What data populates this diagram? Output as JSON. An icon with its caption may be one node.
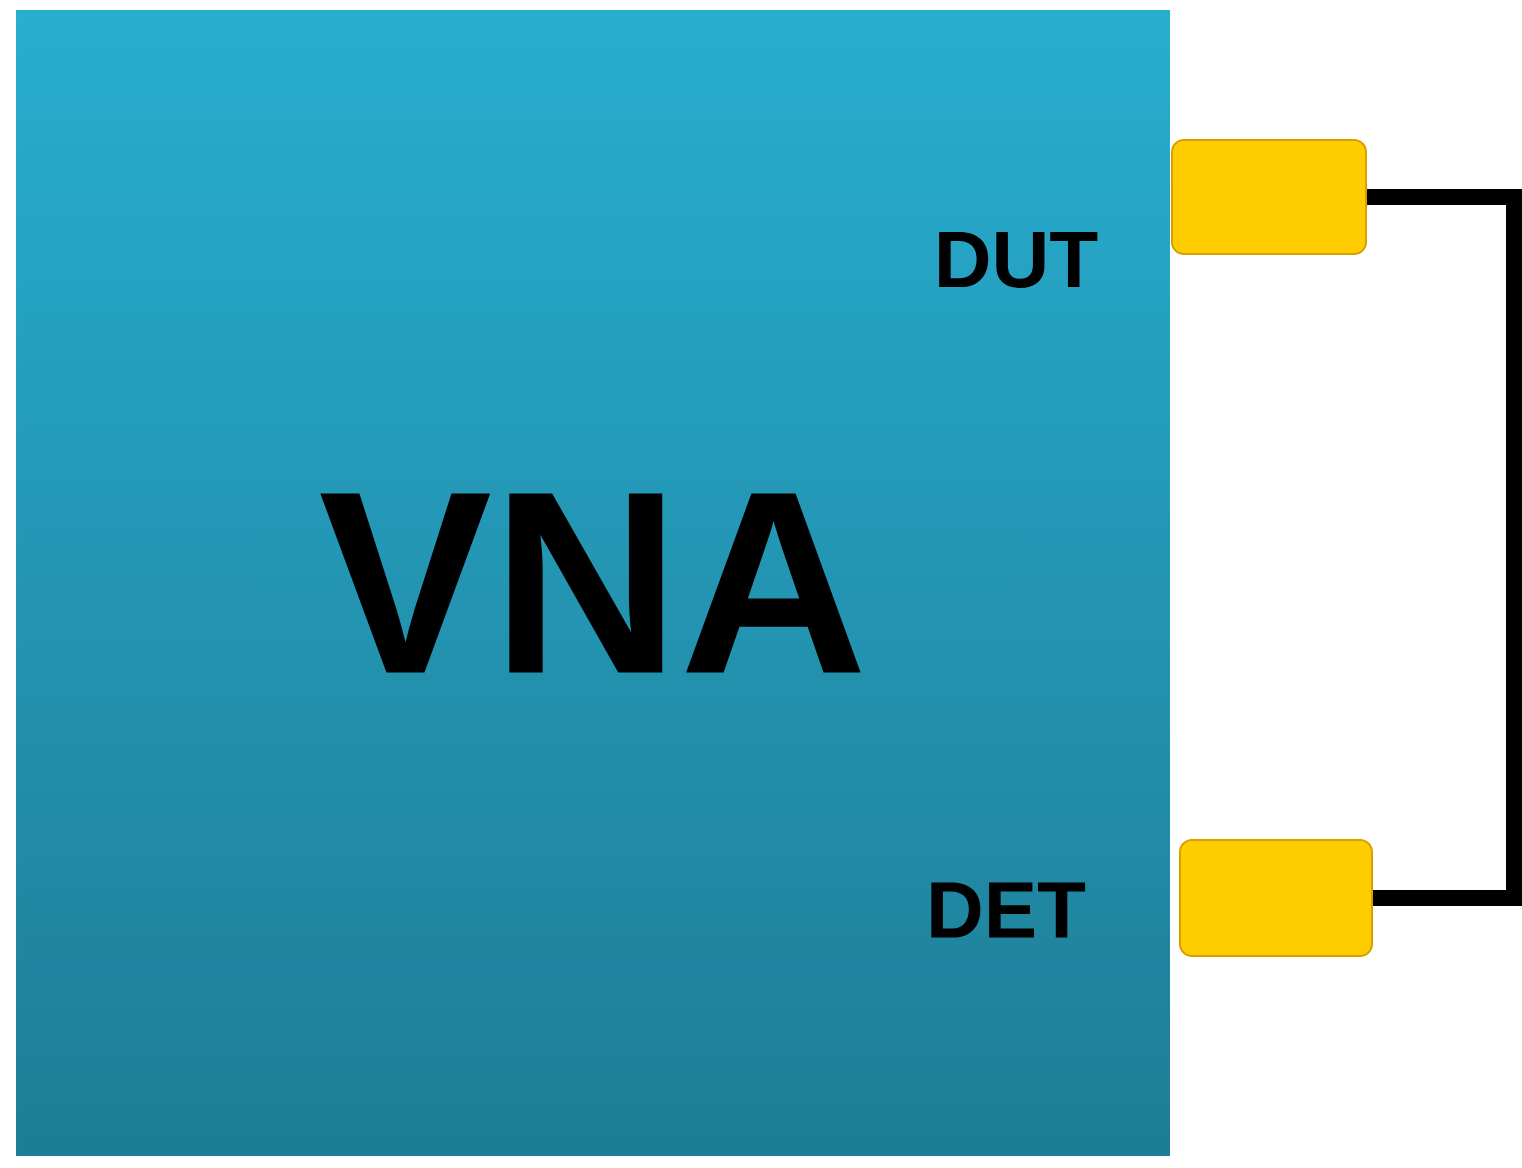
{
  "diagram": {
    "nodes": [
      {
        "text": [
          "VNA"
        ]
      },
      {
        "text": [],
        "shape": "box",
        "beside": [
          "DUT"
        ]
      },
      {
        "text": [],
        "shape": "box",
        "beside": [
          "DET"
        ]
      }
    ],
    "edges": [
      {
        "from": 1,
        "to": 2,
        "arrow": "none"
      }
    ]
  }
}
